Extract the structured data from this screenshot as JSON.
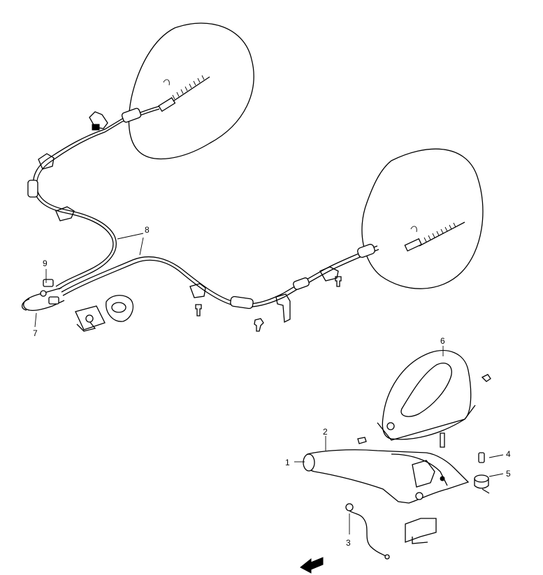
{
  "callouts": {
    "c1": "1",
    "c2": "2",
    "c3": "3",
    "c4": "4",
    "c5": "5",
    "c6": "6",
    "c7": "7",
    "c8": "8",
    "c9": "9"
  },
  "ink_color": "#000000",
  "paper_color": "#ffffff",
  "icons": [
    "front-direction-arrow-icon"
  ]
}
